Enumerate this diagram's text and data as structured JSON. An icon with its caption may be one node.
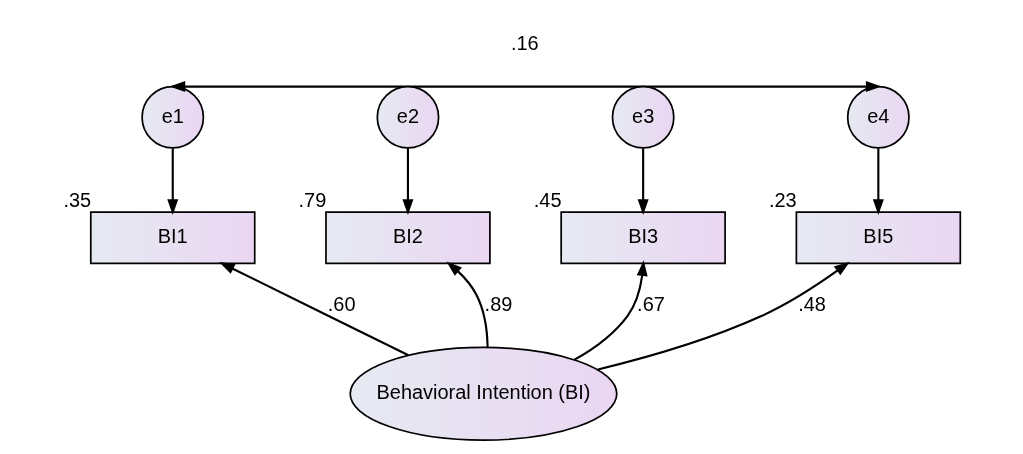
{
  "diagram": {
    "nodes": [
      {
        "text": [
          "e1"
        ]
      },
      {
        "text": [
          "e2"
        ]
      },
      {
        "text": [
          "e3"
        ]
      },
      {
        "text": [
          "e4"
        ]
      },
      {
        "text": [
          "BI1"
        ],
        "beside": [
          ".35"
        ]
      },
      {
        "text": [
          "BI2"
        ],
        "beside": [
          ".79"
        ]
      },
      {
        "text": [
          "BI3"
        ],
        "beside": [
          ".45"
        ]
      },
      {
        "text": [
          "BI5"
        ],
        "beside": [
          ".23"
        ]
      },
      {
        "text": [
          "Behavioral Intention (BI)"
        ]
      }
    ],
    "edges": [
      {
        "from": 0,
        "to": 3,
        "arrow": "both",
        "label": ".16"
      },
      {
        "from": 0,
        "to": 4,
        "arrow": "to"
      },
      {
        "from": 1,
        "to": 5,
        "arrow": "to"
      },
      {
        "from": 2,
        "to": 6,
        "arrow": "to"
      },
      {
        "from": 3,
        "to": 7,
        "arrow": "to"
      },
      {
        "from": 8,
        "to": 4,
        "arrow": "to",
        "label": ".60"
      },
      {
        "from": 8,
        "to": 5,
        "arrow": "to",
        "label": ".89"
      },
      {
        "from": 8,
        "to": 6,
        "arrow": "to",
        "label": ".67"
      },
      {
        "from": 8,
        "to": 7,
        "arrow": "to",
        "label": ".48"
      }
    ]
  }
}
